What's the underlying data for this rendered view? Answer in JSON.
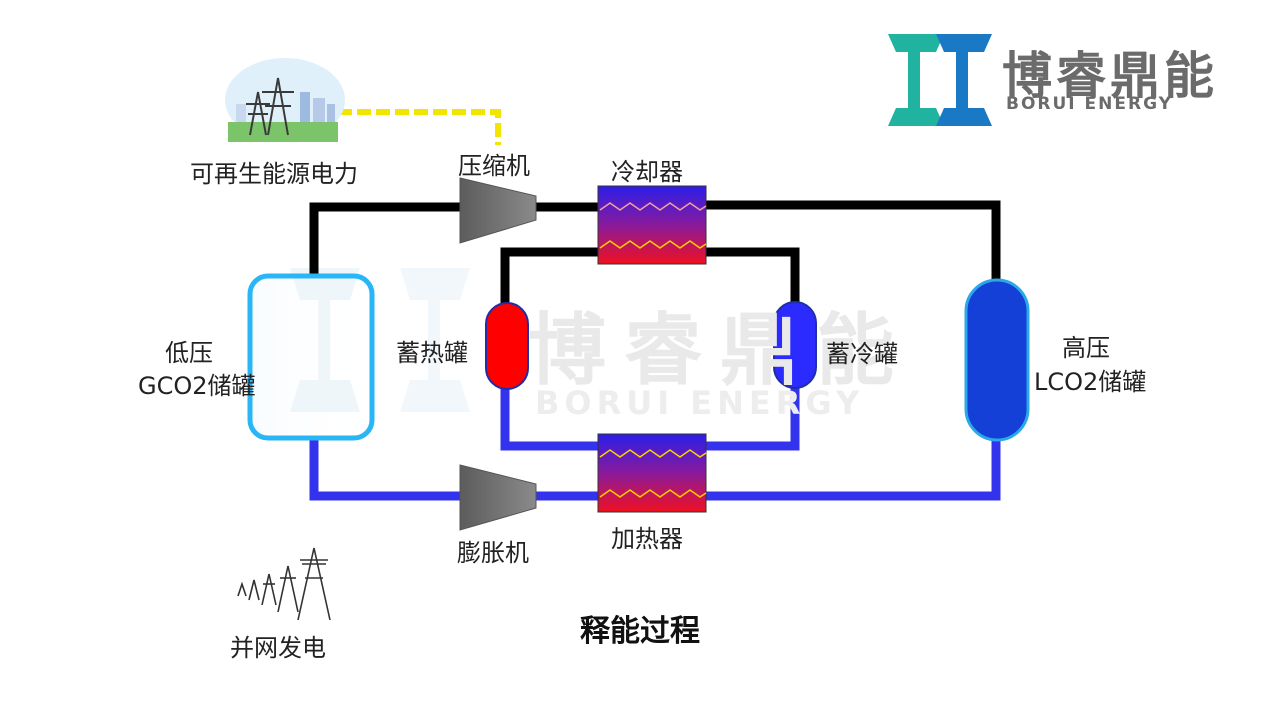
{
  "logo": {
    "name_cn": "博睿鼎能",
    "name_en": "BORUI ENERGY",
    "colors": {
      "teal": "#20b3a0",
      "blue": "#1a79c4",
      "gray": "#6b6b6b"
    }
  },
  "watermark": {
    "text_cn": "博睿鼎能",
    "text_en": "BORUI ENERGY"
  },
  "labels": {
    "renewable_power": "可再生能源电力",
    "compressor": "压缩机",
    "cooler": "冷却器",
    "low_pressure_line1": "低压",
    "low_pressure_line2": "GCO2储罐",
    "heat_storage": "蓄热罐",
    "cold_storage": "蓄冷罐",
    "high_pressure_line1": "高压",
    "high_pressure_line2": "LCO2储罐",
    "heater": "加热器",
    "expander": "膨胀机",
    "grid_power": "并网发电"
  },
  "title": "释能过程",
  "colors": {
    "pipe_black": "#000000",
    "pipe_blue": "#3333ee",
    "power_line": "#f2e600",
    "hot": "#ff0000",
    "cold": "#2b2bff",
    "turbomachine": "#6e6e6e",
    "gco2_tank_border": "#29b6f6",
    "lco2_tank": "#1440d8"
  }
}
